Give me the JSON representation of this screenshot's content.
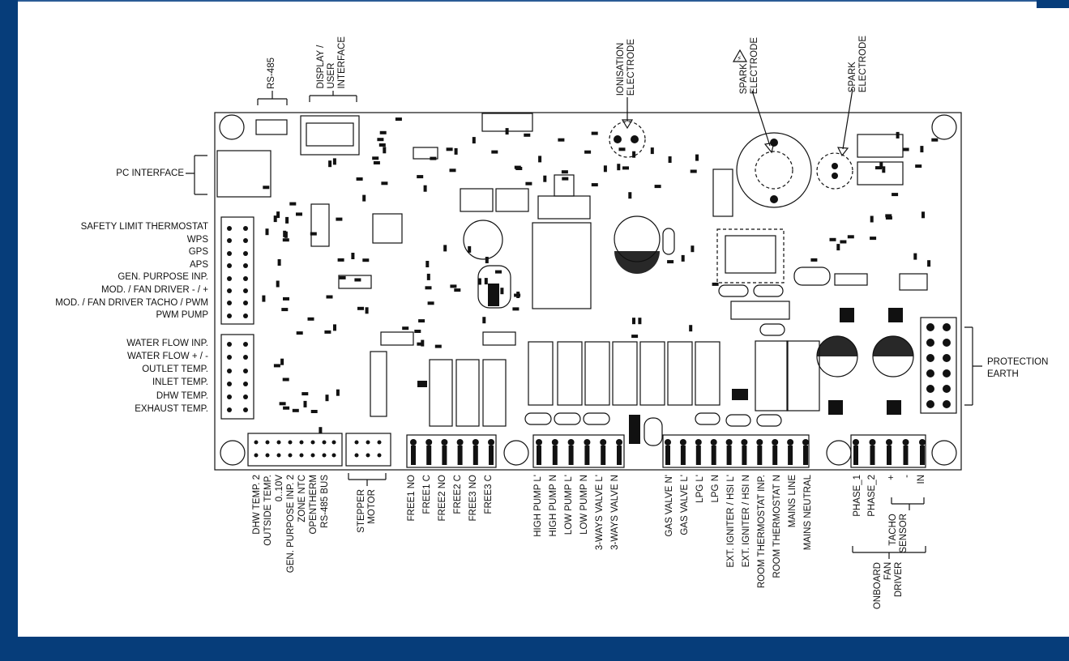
{
  "left_labels": [
    "PC INTERFACE",
    "SAFETY LIMIT THERMOSTAT",
    "WPS",
    "GPS",
    "APS",
    "GEN. PURPOSE INP.",
    "MOD. / FAN DRIVER - / +",
    "MOD. / FAN DRIVER TACHO / PWM",
    "PWM PUMP",
    "WATER FLOW INP.",
    "WATER FLOW + / -",
    "OUTLET TEMP.",
    "INLET TEMP.",
    "DHW TEMP.",
    "EXHAUST TEMP."
  ],
  "right_label": "PROTECTION\nEARTH",
  "top_labels": {
    "rs485": "RS-485",
    "display": "DISPLAY /\nUSER\nINTERFACE",
    "ionisation": "IONISATION\nELECTRODE",
    "spark1": "SPARK\nELECTRODE",
    "spark2": "SPARK\nELECTRODE"
  },
  "bottom_groups": {
    "aux": [
      "DHW TEMP. 2",
      "OUTSIDE TEMP.",
      "0..10V",
      "GEN. PURPOSE INP. 2",
      "ZONE NTC",
      "OPENTHERM",
      "RS-485 BUS"
    ],
    "stepper": "STEPPER\nMOTOR",
    "free": [
      "FREE1 NO",
      "FREE1 C",
      "FREE2 NO",
      "FREE2 C",
      "FREE3 NO",
      "FREE3 C"
    ],
    "pump": [
      "HIGH PUMP L'",
      "HIGH PUMP N",
      "LOW PUMP L'",
      "LOW PUMP N",
      "3-WAYS VALVE L'",
      "3-WAYS VALVE N"
    ],
    "gas": [
      "GAS VALVE N'",
      "GAS VALVE L'",
      "LPG L'",
      "LPG N",
      "EXT. IGNITER / HSI L'",
      "EXT. IGNITER / HSI N",
      "ROOM THERMOSTAT INP.",
      "ROOM THERMOSTAT N",
      "MAINS LINE",
      "MAINS NEUTRAL"
    ],
    "phase": [
      "PHASE_1",
      "PHASE_2"
    ],
    "tacho_pins": [
      "+",
      "-",
      "IN"
    ],
    "tacho": "TACHO\nSENSOR",
    "fan_driver": "ONBOARD\nFAN\nDRIVER"
  },
  "colors": {
    "frame": "#063d7a",
    "line": "#111111"
  }
}
